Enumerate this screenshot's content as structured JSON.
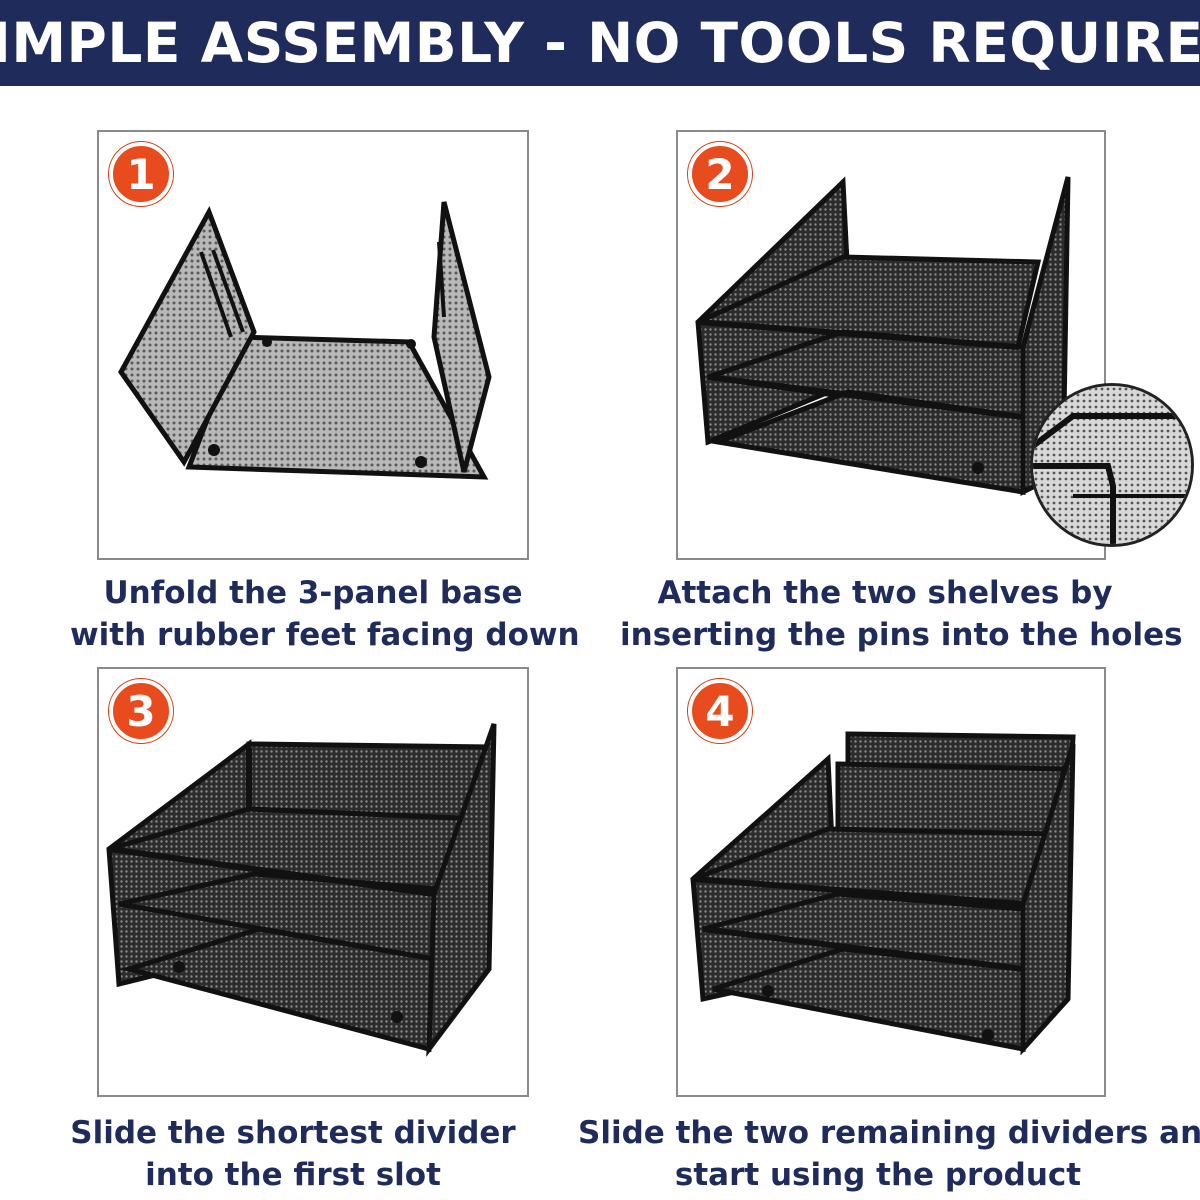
{
  "banner": {
    "title": "SIMPLE ASSEMBLY - NO TOOLS REQUIRED"
  },
  "colors": {
    "banner_bg": "#1f2b5a",
    "badge": "#e84c1e",
    "caption_text": "#1f2b5a"
  },
  "steps": [
    {
      "number": "1",
      "caption_line1": "Unfold the 3-panel base",
      "caption_line2": "with rubber feet facing down",
      "image": "folding-mesh-base-photo"
    },
    {
      "number": "2",
      "caption_line1": "Attach the two shelves by",
      "caption_line2": "inserting the pins into the holes",
      "image": "mesh-organizer-with-shelves-photo"
    },
    {
      "number": "3",
      "caption_line1": "Slide the shortest divider",
      "caption_line2": "into the first slot",
      "image": "organizer-with-first-divider-photo"
    },
    {
      "number": "4",
      "caption_line1": "Slide the two remaining dividers and",
      "caption_line2": "start using the product",
      "image": "completed-desk-organizer-photo"
    }
  ]
}
